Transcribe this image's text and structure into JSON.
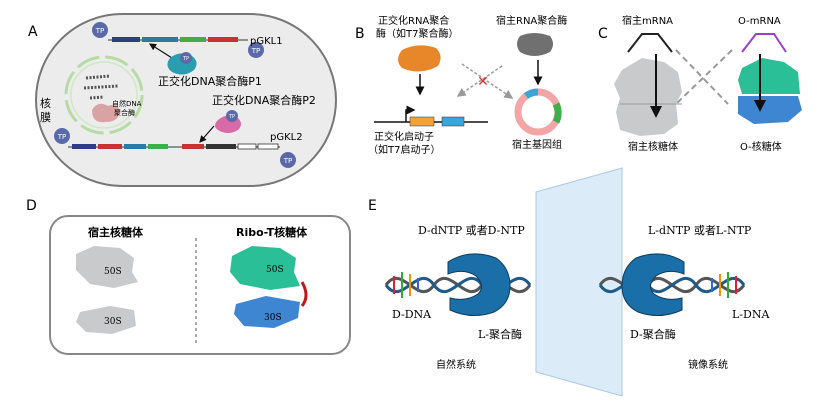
{
  "colors": {
    "cell_fill": "#ececec",
    "cell_border": "#777777",
    "tp_circle": "#5a6aa8",
    "polymerase_teal": "#2a9db0",
    "polymerase_pink": "#d86aa8",
    "native_pol_pink": "#d9a3a3",
    "t7_orange": "#e8862a",
    "host_pol_gray": "#707070",
    "promoter_orange": "#f0a23a",
    "promoter_blue": "#3aa5d8",
    "plasmid_pink": "#f4a6a6",
    "plasmid_green": "#3fae4a",
    "ribosome_gray": "#c9cacb",
    "ribosome_green": "#2bbf98",
    "ribosome_blue": "#3f86d2",
    "tether_red": "#c01818",
    "mrna_purple": "#9b3fcf",
    "mirror_blue": "#cfe4f5",
    "enzyme_blue": "#1a6fa8"
  },
  "panel_a": {
    "label": "A",
    "tp": "TP",
    "pgkl1": "pGKL1",
    "pgkl2": "pGKL2",
    "p1": "正交化DNA聚合酶P1",
    "p2": "正交化DNA聚合酶P2",
    "native_pol_line1": "自然DNA",
    "native_pol_line2": "聚合酶",
    "nucleus_line1": "核",
    "nucleus_line2": "膜"
  },
  "panel_b": {
    "label": "B",
    "t7_pol_line1": "正交化RNA聚合",
    "t7_pol_line2": "酶（如T7聚合酶）",
    "host_pol": "宿主RNA聚合酶",
    "promoter_line1": "正交化启动子",
    "promoter_line2": "（如T7启动子）",
    "host_genome": "宿主基因组"
  },
  "panel_c": {
    "label": "C",
    "host_mrna": "宿主mRNA",
    "o_mrna": "O-mRNA",
    "host_ribosome": "宿主核糖体",
    "o_ribosome": "O-核糖体"
  },
  "panel_d": {
    "label": "D",
    "host_title": "宿主核糖体",
    "ribot_title": "Ribo-T核糖体",
    "s50": "50S",
    "s30": "30S"
  },
  "panel_e": {
    "label": "E",
    "d_dntp": "D-dNTP 或者D-NTP",
    "l_dntp": "L-dNTP 或者L-NTP",
    "d_dna": "D-DNA",
    "l_dna": "L-DNA",
    "l_pol": "L-聚合酶",
    "d_pol": "D-聚合酶",
    "natural": "自然系统",
    "mirror": "镜像系统"
  }
}
